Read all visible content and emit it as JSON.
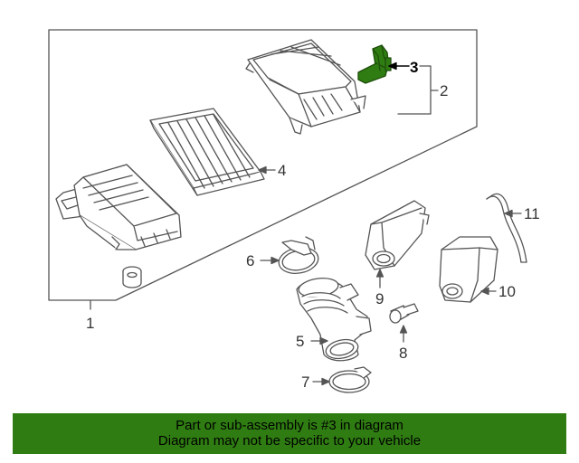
{
  "diagram": {
    "callouts": [
      {
        "number": "1",
        "part": "air-cleaner-assembly"
      },
      {
        "number": "2",
        "part": "upper-housing"
      },
      {
        "number": "3",
        "part": "mass-air-flow-sensor"
      },
      {
        "number": "4",
        "part": "air-filter-element"
      },
      {
        "number": "5",
        "part": "intake-hose"
      },
      {
        "number": "6",
        "part": "upper-clamp"
      },
      {
        "number": "7",
        "part": "lower-clamp"
      },
      {
        "number": "8",
        "part": "grommet-bolt"
      },
      {
        "number": "9",
        "part": "resonator"
      },
      {
        "number": "10",
        "part": "resonator-chamber"
      },
      {
        "number": "11",
        "part": "breather-hose"
      }
    ],
    "highlighted_callout": "3",
    "highlight_color": "#2f7d12",
    "line_color": "#555555"
  },
  "banner": {
    "line1": "Part or sub-assembly is #3 in diagram",
    "line2": "Diagram may not be specific to your vehicle",
    "background": "#2f7d12"
  }
}
